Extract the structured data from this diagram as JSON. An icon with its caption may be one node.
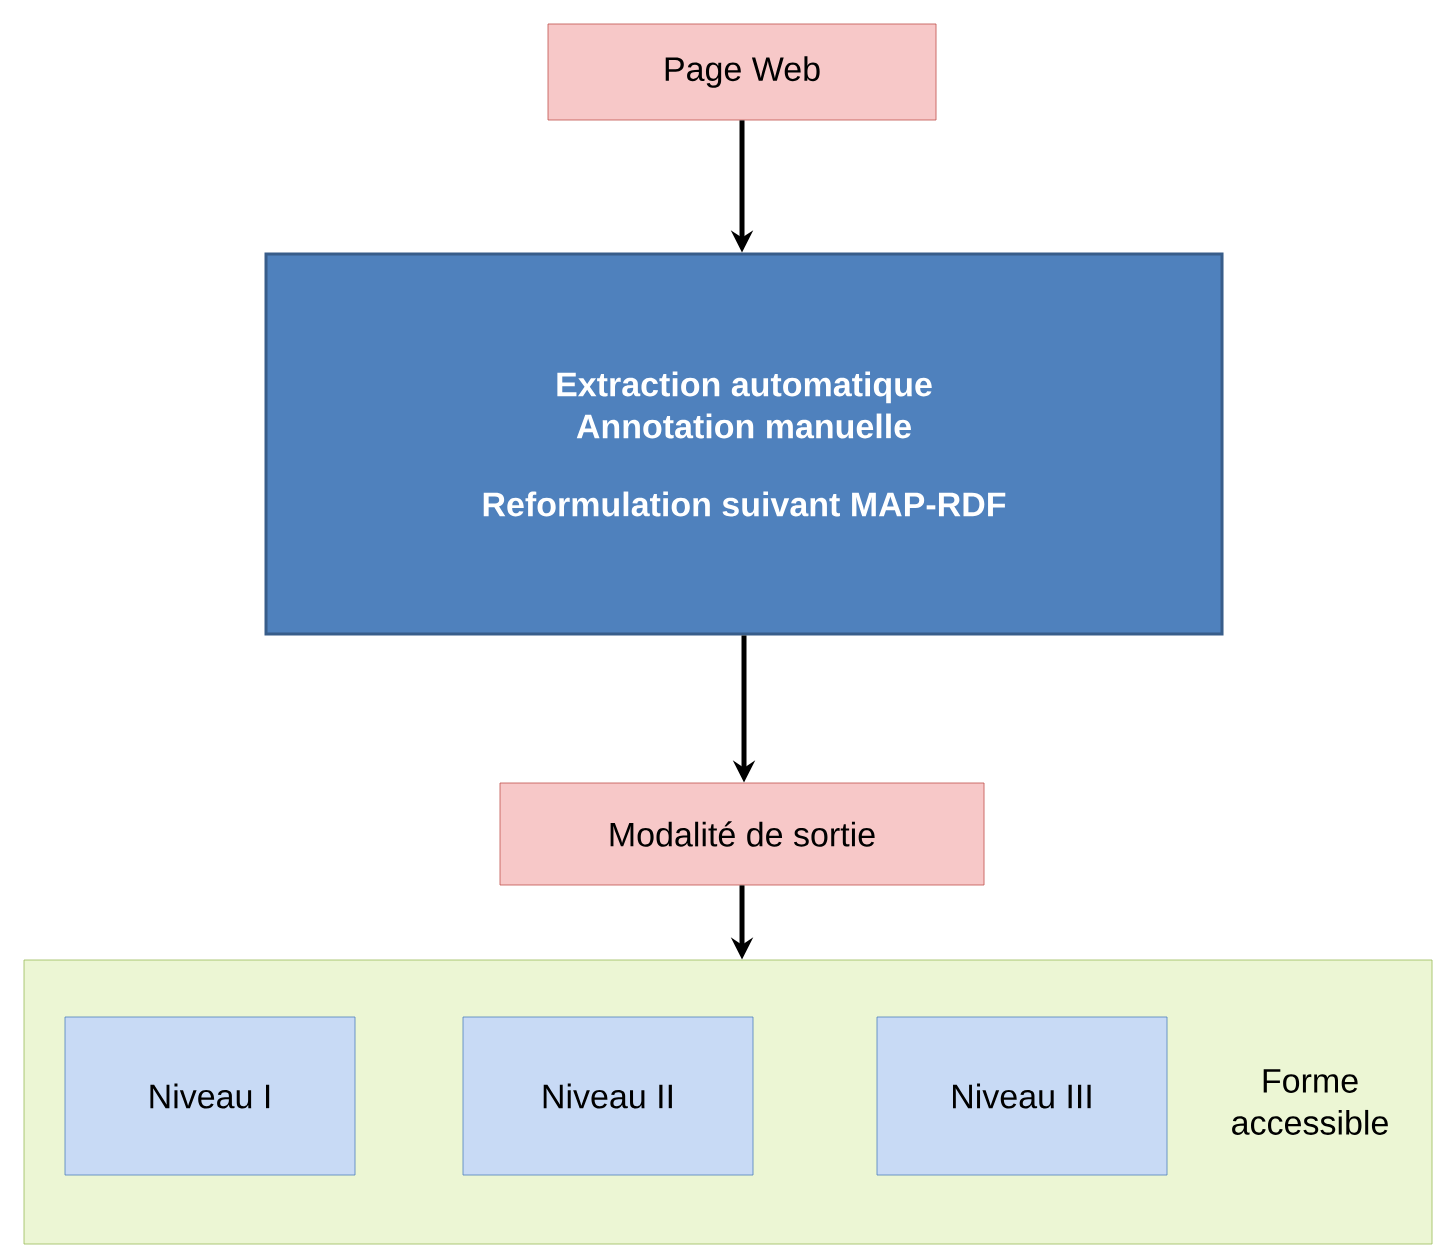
{
  "diagram": {
    "nodes": [
      {
        "text": [
          "Page Web"
        ]
      },
      {
        "text": [
          "Extraction automatique",
          "Annotation manuelle",
          "Reformulation suivant MAP-RDF"
        ]
      },
      {
        "text": [
          "Modalité de sortie"
        ]
      },
      {
        "text": [
          "Forme accessible"
        ]
      },
      {
        "text": [
          "Niveau I"
        ],
        "in": 3
      },
      {
        "text": [
          "Niveau II"
        ],
        "in": 3
      },
      {
        "text": [
          "Niveau III"
        ],
        "in": 3
      }
    ],
    "edges": [
      {
        "from": 0,
        "to": 1,
        "arrow": "to"
      },
      {
        "from": 1,
        "to": 2,
        "arrow": "to"
      },
      {
        "from": 2,
        "to": 3,
        "arrow": "to"
      }
    ]
  }
}
